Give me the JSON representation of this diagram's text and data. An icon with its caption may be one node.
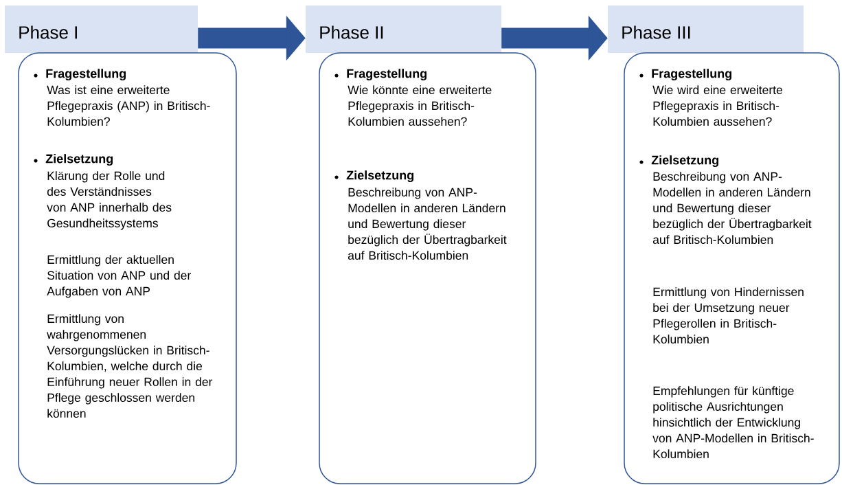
{
  "diagram": {
    "nodes": [
      {
        "text": [
          "Phase I"
        ]
      },
      {
        "text": [
          "Fragestellung",
          "Was ist eine erweiterte Pflegepraxis (ANP) in Britisch-Kolumbien?",
          "Zielsetzung",
          "Klärung der Rolle und des Verständnisses von ANP innerhalb des Gesundheitssystems",
          "Ermittlung der aktuellen Situation von ANP und der Aufgaben von ANP",
          "Ermittlung von wahrgenommenen Versorgungslücken in Britisch-Kolumbien, welche durch die Einführung neuer Rollen in der Pflege geschlossen werden können"
        ]
      },
      {
        "text": [
          "Phase II"
        ]
      },
      {
        "text": [
          "Fragestellung",
          "Wie könnte eine erweiterte Pflegepraxis in Britisch-Kolumbien aussehen?",
          "Zielsetzung",
          "Beschreibung von ANP-Modellen in anderen Ländern und Bewertung dieser bezüglich der Übertragbarkeit auf Britisch-Kolumbien"
        ]
      },
      {
        "text": [
          "Phase III"
        ]
      },
      {
        "text": [
          "Fragestellung",
          "Wie wird eine erweiterte Pflegepraxis in Britisch-Kolumbien aussehen?",
          "Zielsetzung",
          "Beschreibung von ANP-Modellen in anderen Ländern und Bewertung dieser bezüglich der Übertragbarkeit auf Britisch-Kolumbien",
          "Ermittlung von Hindernissen bei der Umsetzung neuer Pflegerollen in Britisch-Kolumbien",
          "Empfehlungen für künftige politische Ausrichtungen hinsichtlich der Entwicklung von ANP-Modellen in Britisch-Kolumbien"
        ]
      }
    ],
    "edges": [
      {
        "from": 0,
        "to": 2,
        "arrow": "to"
      },
      {
        "from": 2,
        "to": 4,
        "arrow": "to"
      }
    ]
  }
}
